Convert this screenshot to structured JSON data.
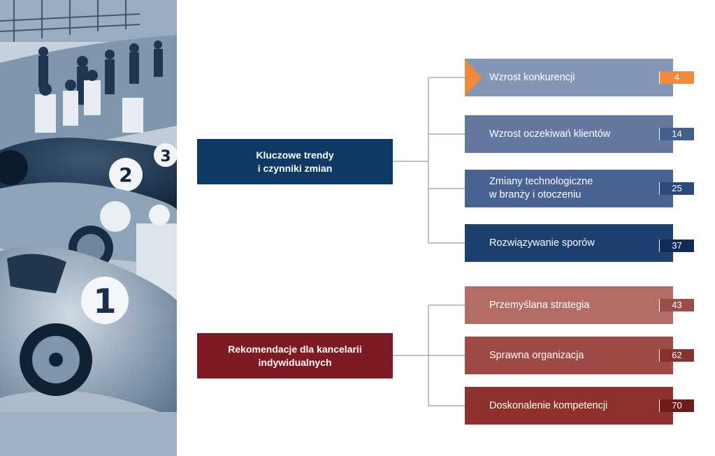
{
  "photo": {
    "car_numbers": [
      "1",
      "2",
      "3"
    ]
  },
  "colors": {
    "trend_main": "#0f3a66",
    "rec_main": "#7d1a23",
    "accent": "#f08a3a",
    "connector": "#a7acb2"
  },
  "groups": {
    "trends": {
      "title": "Kluczowe trendy\ni czynniki zmian",
      "items": [
        {
          "label": "Wzrost konkurencji",
          "page": "4"
        },
        {
          "label": "Wzrost oczekiwań klientów",
          "page": "14"
        },
        {
          "label": "Zmiany technologiczne\nw branży i otoczeniu",
          "page": "25"
        },
        {
          "label": "Rozwiązywanie sporów",
          "page": "37"
        }
      ]
    },
    "recommendations": {
      "title": "Rekomendacje dla kancelarii\nindywidualnych",
      "items": [
        {
          "label": "Przemyślana strategia",
          "page": "43"
        },
        {
          "label": "Sprawna organizacja",
          "page": "62"
        },
        {
          "label": "Doskonalenie kompetencji",
          "page": "70"
        }
      ]
    }
  }
}
